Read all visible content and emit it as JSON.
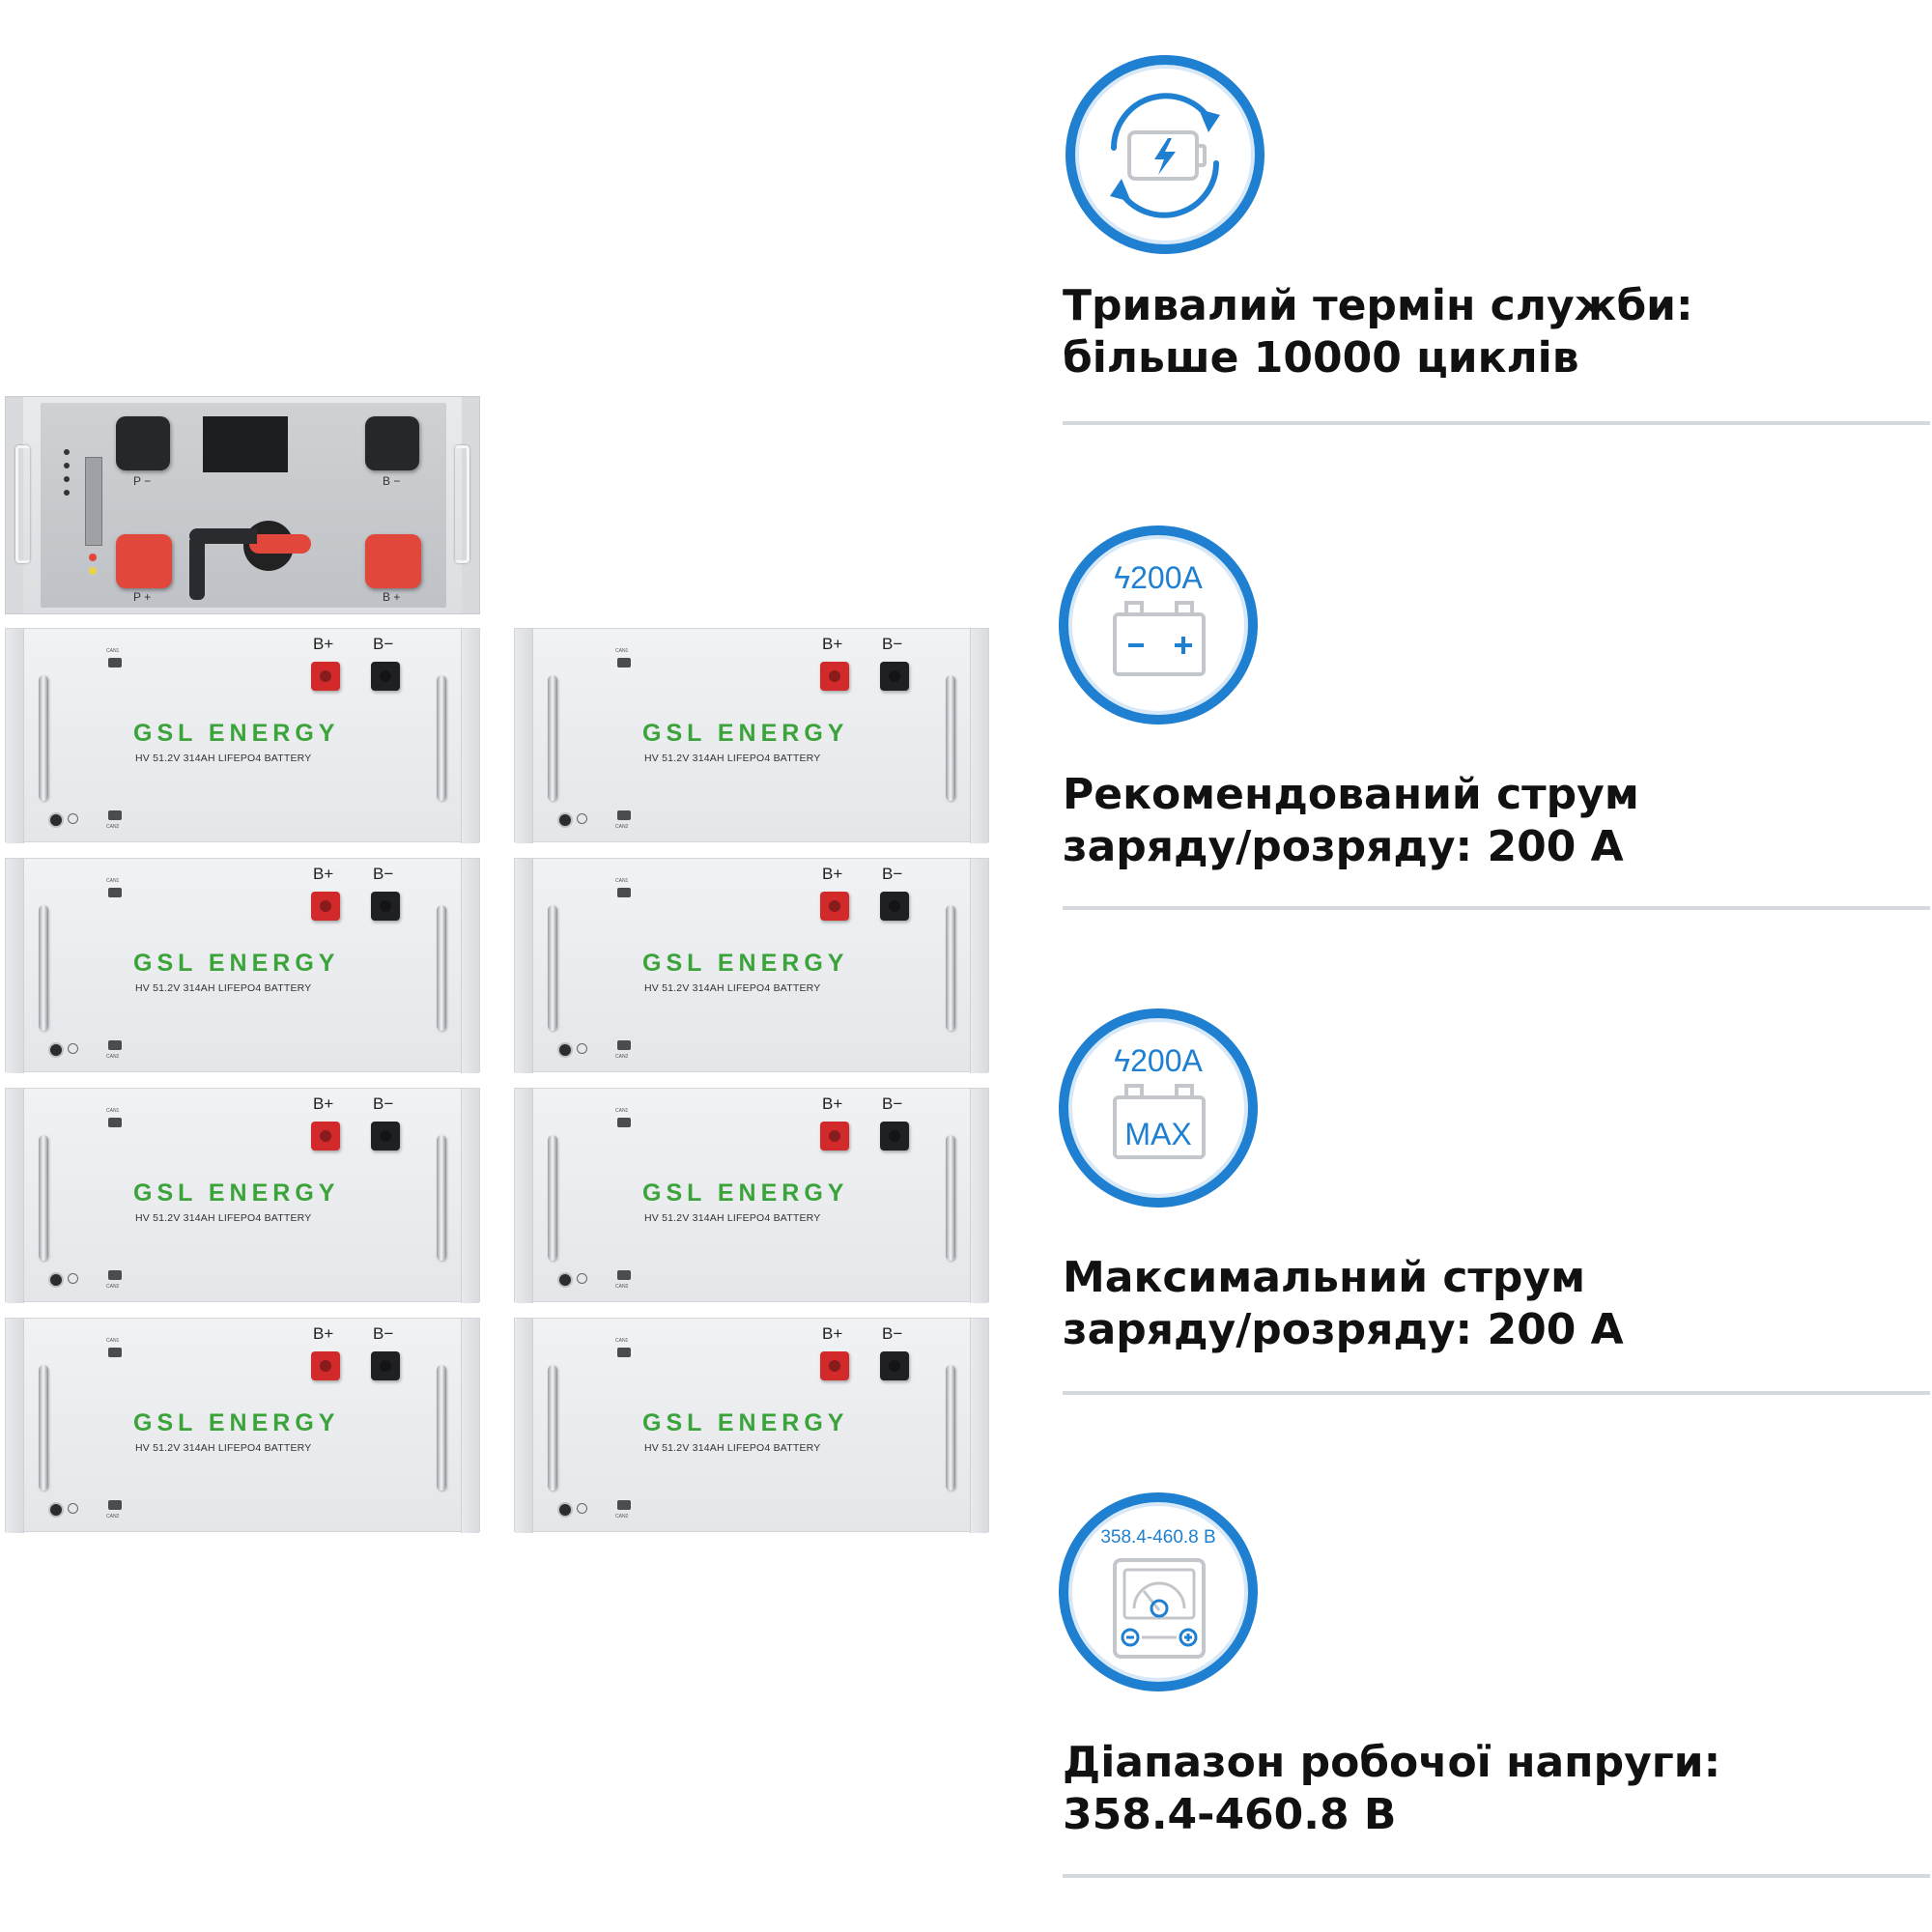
{
  "control_box": {
    "labels": {
      "p_minus": "P −",
      "b_minus": "B −",
      "p_plus": "P +",
      "b_plus": "B +"
    }
  },
  "module": {
    "brand": "GSL ENERGY",
    "model": "HV 51.2V 314AH LIFEPO4 BATTERY",
    "pos_label": "B+",
    "neg_label": "B−",
    "port_top": "CAN1",
    "port_bottom": "CAN2"
  },
  "features": [
    {
      "icon": "battery-cycle-icon",
      "line1": "Тривалий термін служби:",
      "line2": "більше 10000 циклів"
    },
    {
      "icon": "battery-current-icon",
      "badge": "200A",
      "line1": "Рекомендований струм",
      "line2": "заряду/розряду: 200 А"
    },
    {
      "icon": "battery-max-icon",
      "badge": "200A",
      "inner": "MAX",
      "line1": "Максимальний струм",
      "line2": "заряду/розряду: 200 А"
    },
    {
      "icon": "voltmeter-icon",
      "badge": "358.4-460.8 В",
      "line1": "Діапазон робочої напруги:",
      "line2": "358.4-460.8 В"
    }
  ],
  "colors": {
    "accent": "#1f7fd0",
    "brand_green": "#3aa33a",
    "terminal_red": "#d22a2a"
  }
}
